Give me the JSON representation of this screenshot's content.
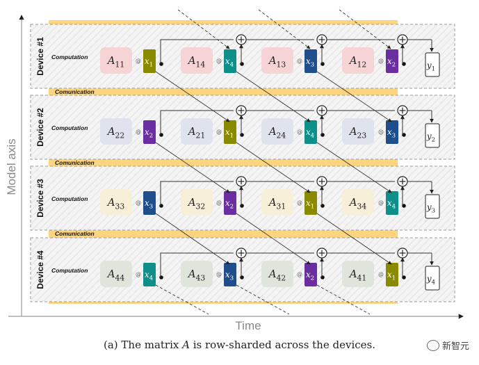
{
  "axes": {
    "y_label": "Model axis",
    "x_label": "Time"
  },
  "labels": {
    "computation": "Computation",
    "communication": "Comunication"
  },
  "devices": [
    {
      "name": "Device #1",
      "blocks": [
        {
          "a": "11",
          "x": "1"
        },
        {
          "a": "14",
          "x": "4"
        },
        {
          "a": "13",
          "x": "3"
        },
        {
          "a": "12",
          "x": "2"
        }
      ],
      "y": "1"
    },
    {
      "name": "Device #2",
      "blocks": [
        {
          "a": "22",
          "x": "2"
        },
        {
          "a": "21",
          "x": "1"
        },
        {
          "a": "24",
          "x": "4"
        },
        {
          "a": "23",
          "x": "3"
        }
      ],
      "y": "2"
    },
    {
      "name": "Device #3",
      "blocks": [
        {
          "a": "33",
          "x": "3"
        },
        {
          "a": "32",
          "x": "2"
        },
        {
          "a": "31",
          "x": "1"
        },
        {
          "a": "34",
          "x": "4"
        }
      ],
      "y": "3"
    },
    {
      "name": "Device #4",
      "blocks": [
        {
          "a": "44",
          "x": "4"
        },
        {
          "a": "43",
          "x": "3"
        },
        {
          "a": "42",
          "x": "2"
        },
        {
          "a": "41",
          "x": "1"
        }
      ],
      "y": "4"
    }
  ],
  "colors": {
    "x1": "#8a8a00",
    "x2": "#6a2ea0",
    "x3": "#1f4e8c",
    "x4": "#0f8f8a",
    "a_device1": "#f6d3d5",
    "a_device2": "#dfe3ee",
    "a_device3": "#f8efd9",
    "a_device4": "#e0e5dc",
    "comm_band": "#fdd57e"
  },
  "caption": {
    "prefix": "(a)  The matrix ",
    "var": "A",
    "suffix": " is row-sharded across the devices."
  },
  "watermark": "新智元"
}
